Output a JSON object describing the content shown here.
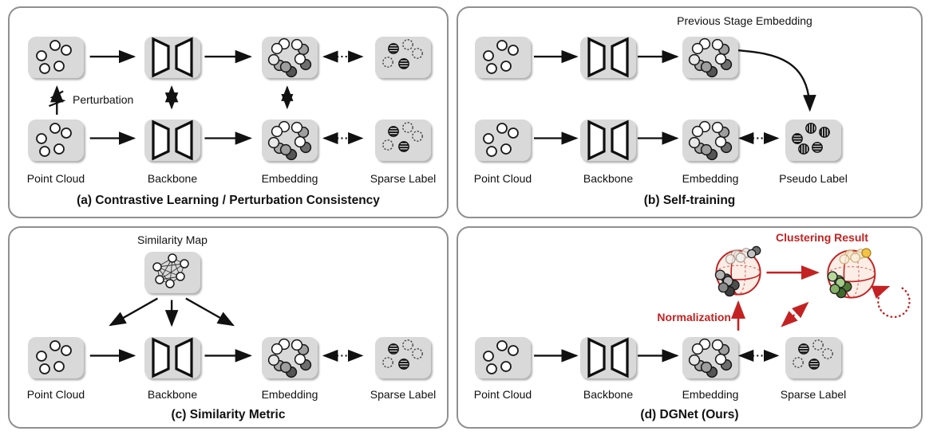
{
  "figure": {
    "type": "paper-figure-diagram",
    "description_texts": {
      "perturbation": "Perturbation",
      "previous_stage_embedding": "Previous Stage Embedding",
      "similarity_map": "Similarity Map",
      "clustering_result": "Clustering Result",
      "normalization": "Normalization"
    }
  },
  "colors": {
    "accent_red": "#c42222",
    "module_fill": "#d9d9d9",
    "panel_border": "#909090",
    "pill_gray": "#9e9e9e",
    "pill_dark": "#555555",
    "green_light": "#a9cc8a",
    "green_dark": "#4e7b34",
    "yellow": "#f4c245",
    "sphere_fill": "#fceee7",
    "text_black": "#111111"
  },
  "panels": {
    "a": {
      "caption": "(a) Contrastive Learning / Perturbation Consistency",
      "annotation_perturbation": "Perturbation",
      "modules": [
        {
          "label": "Point Cloud",
          "icon": "point-cloud-icon"
        },
        {
          "label": "Backbone",
          "icon": "backbone-icon"
        },
        {
          "label": "Embedding",
          "icon": "embedding-icon"
        },
        {
          "label": "Sparse Label",
          "icon": "sparse-label-icon"
        }
      ]
    },
    "b": {
      "caption": "(b) Self-training",
      "annotation_previous_stage": "Previous Stage Embedding",
      "modules": [
        {
          "label": "Point Cloud",
          "icon": "point-cloud-icon"
        },
        {
          "label": "Backbone",
          "icon": "backbone-icon"
        },
        {
          "label": "Embedding",
          "icon": "embedding-icon"
        },
        {
          "label": "Pseudo Label",
          "icon": "pseudo-label-icon"
        }
      ]
    },
    "c": {
      "caption": "(c) Similarity Metric",
      "annotation_similarity_map": "Similarity Map",
      "modules": [
        {
          "label": "Point Cloud",
          "icon": "point-cloud-icon"
        },
        {
          "label": "Backbone",
          "icon": "backbone-icon"
        },
        {
          "label": "Embedding",
          "icon": "embedding-icon"
        },
        {
          "label": "Sparse Label",
          "icon": "sparse-label-icon"
        }
      ]
    },
    "d": {
      "caption": "(d) DGNet (Ours)",
      "annotation_clustering_result": "Clustering Result",
      "annotation_normalization": "Normalization",
      "modules": [
        {
          "label": "Point Cloud",
          "icon": "point-cloud-icon"
        },
        {
          "label": "Backbone",
          "icon": "backbone-icon"
        },
        {
          "label": "Embedding",
          "icon": "embedding-icon"
        },
        {
          "label": "Sparse Label",
          "icon": "sparse-label-icon"
        }
      ]
    }
  }
}
